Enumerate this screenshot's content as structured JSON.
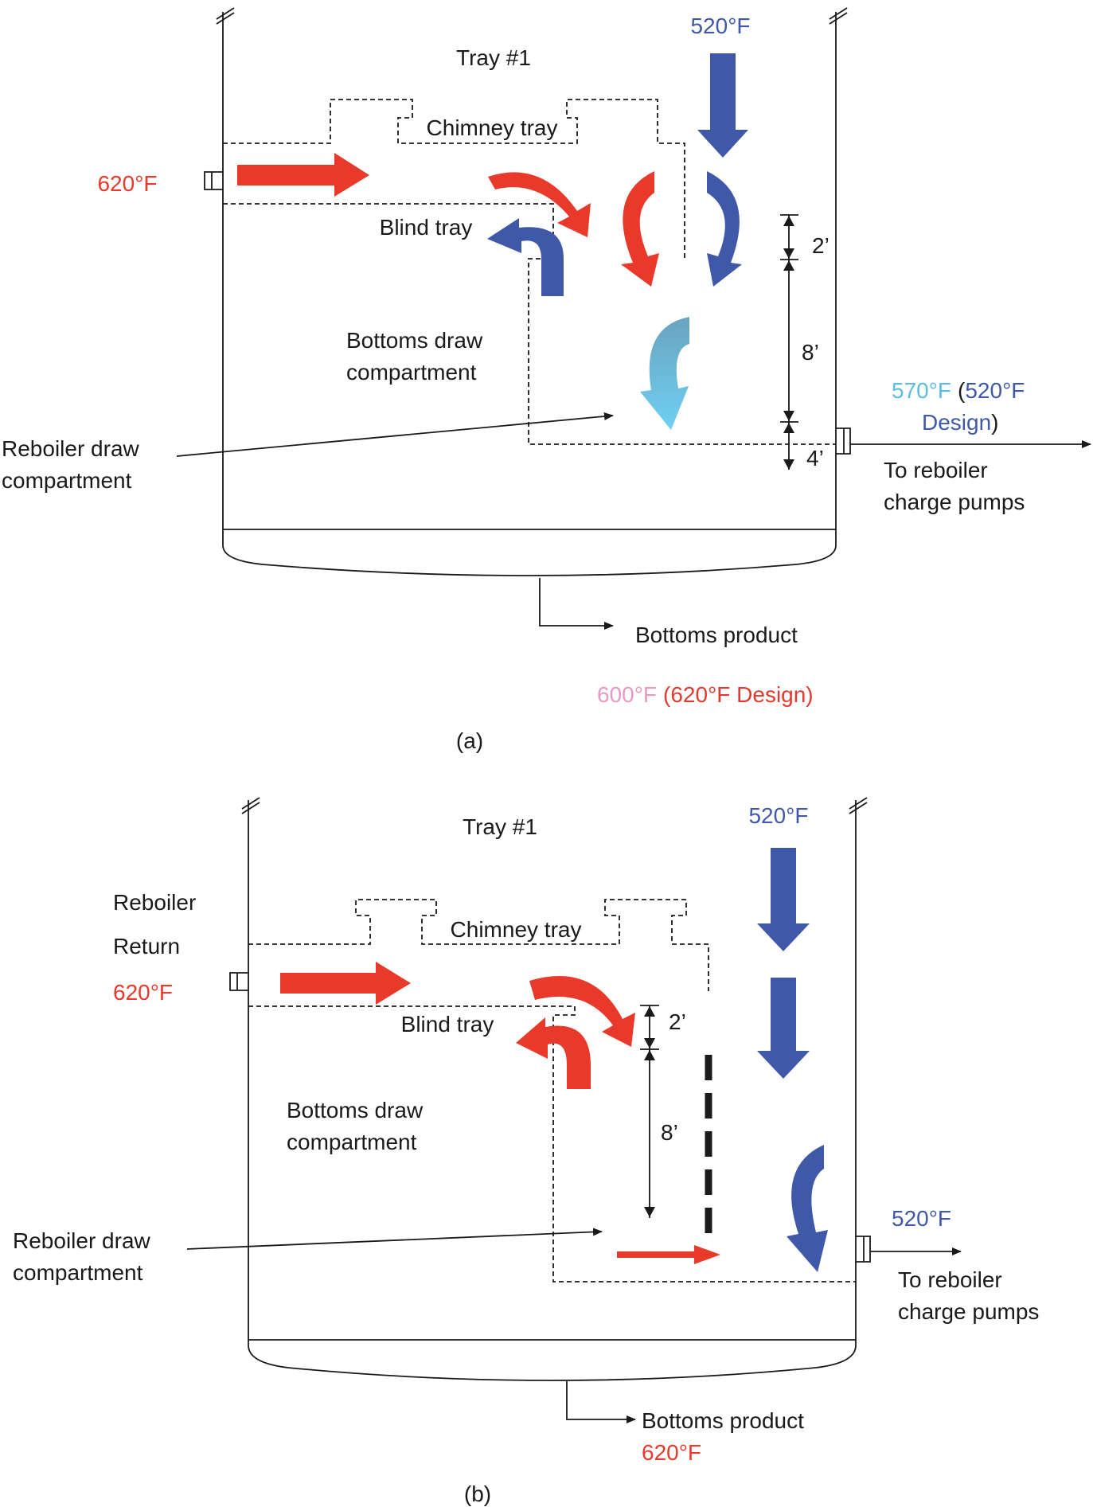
{
  "colors": {
    "hot_red": "#e8392b",
    "design_red": "#e03a2f",
    "cool_blue": "#3f58a8",
    "light_blue": "#5bbde4",
    "pink": "#e59ac6",
    "ink": "#1a1a1a"
  },
  "panel_a": {
    "tray_label": "Tray #1",
    "top_temp": "520°F",
    "chimney_label": "Chimney tray",
    "feed_temp": "620°F",
    "blind_label": "Blind tray",
    "dim_2": "2’",
    "dim_8": "8’",
    "dim_4": "4’",
    "bottoms_draw_line1": "Bottoms draw",
    "bottoms_draw_line2": "compartment",
    "reboiler_draw_line1": "Reboiler draw",
    "reboiler_draw_line2": "compartment",
    "draw_temp_actual": "570°F",
    "draw_temp_open": "(",
    "draw_temp_design": "520°F",
    "draw_temp_design_word": "Design",
    "draw_temp_close": ")",
    "pumps_line1": "To reboiler",
    "pumps_line2": "charge pumps",
    "bottoms_product": "Bottoms product",
    "bottoms_temp_actual": "600°F",
    "bottoms_temp_design": "(620°F Design)",
    "caption": "(a)"
  },
  "panel_b": {
    "tray_label": "Tray #1",
    "top_temp": "520°F",
    "return_line1": "Reboiler",
    "return_line2": "Return",
    "feed_temp": "620°F",
    "chimney_label": "Chimney tray",
    "blind_label": "Blind tray",
    "dim_2": "2’",
    "dim_8": "8’",
    "bottoms_draw_line1": "Bottoms draw",
    "bottoms_draw_line2": "compartment",
    "reboiler_draw_line1": "Reboiler draw",
    "reboiler_draw_line2": "compartment",
    "draw_temp": "520°F",
    "pumps_line1": "To reboiler",
    "pumps_line2": "charge pumps",
    "bottoms_product": "Bottoms product",
    "bottoms_temp": "620°F",
    "caption": "(b)"
  }
}
